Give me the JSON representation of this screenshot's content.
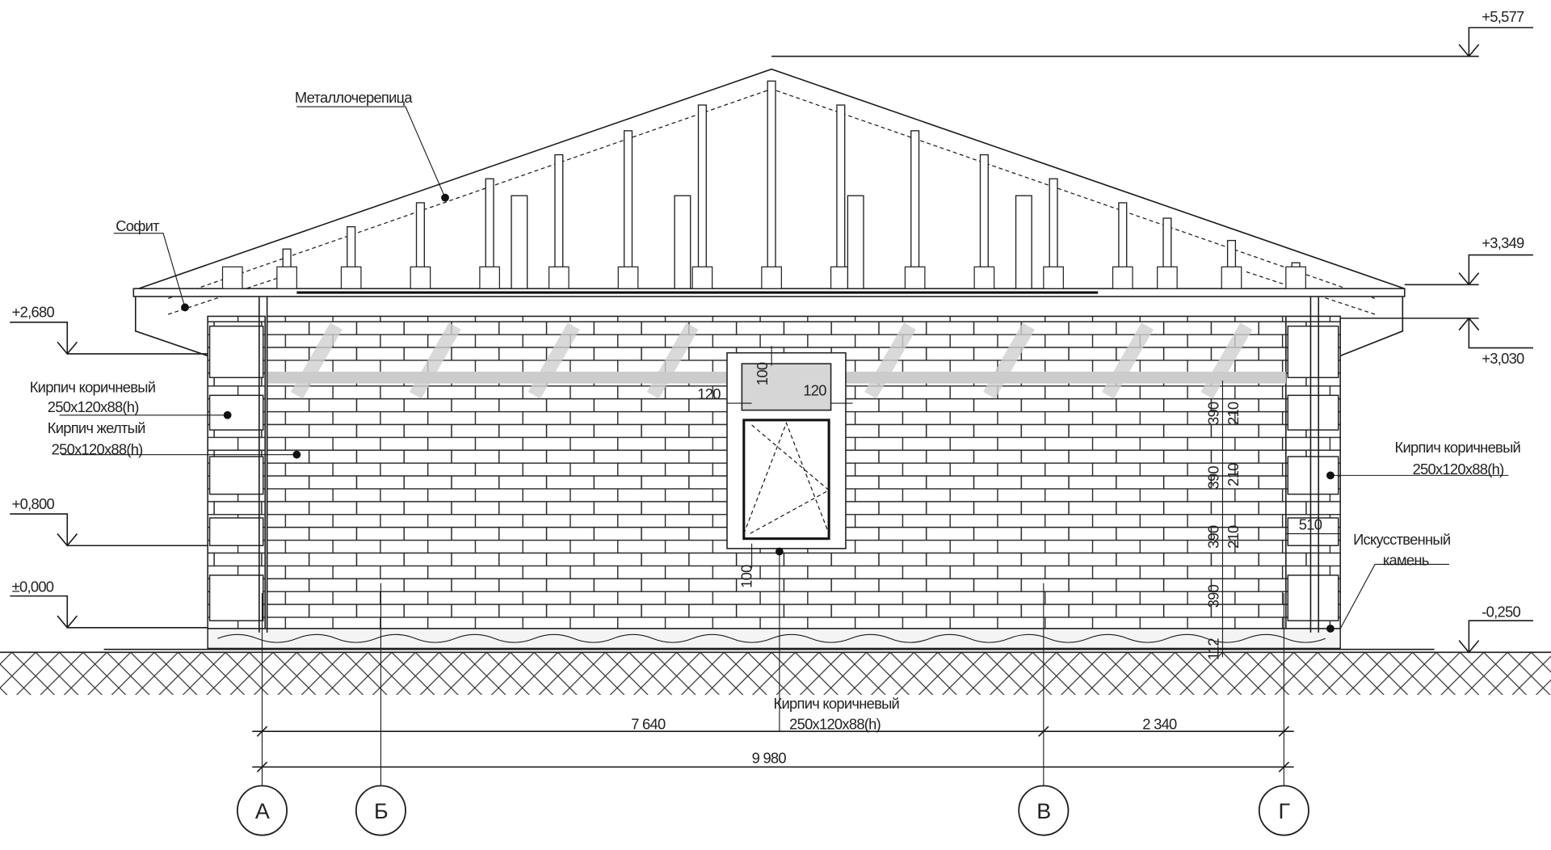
{
  "drawing": {
    "labels": {
      "roofing": "Металлочерепица",
      "soffit": "Софит",
      "brick_brown_left": [
        "Кирпич коричневый",
        "250x120x88(h)"
      ],
      "brick_yellow": [
        "Кирпич желтый",
        "250x120x88(h)"
      ],
      "brick_brown_right": [
        "Кирпич коричневый",
        "250x120x88(h)"
      ],
      "brick_brown_bottom": [
        "Кирпич коричневый",
        "250x120x88(h)"
      ],
      "stone": [
        "Искусственный",
        "камень"
      ]
    },
    "levels": {
      "ridge": "+5,577",
      "eave_top": "+3,349",
      "eave_bottom": "+3,030",
      "wall_top": "+2,680",
      "sill": "+0,800",
      "zero": "±0,000",
      "ground": "-0,250"
    },
    "window_dims": {
      "top": "100",
      "left": "120",
      "right": "120",
      "bottom": "100"
    },
    "pier_dims": {
      "course_a": [
        "390",
        "390",
        "390",
        "390"
      ],
      "course_b": [
        "210",
        "210",
        "210"
      ],
      "plinth": "112",
      "pier_width": "510"
    },
    "dimensions": {
      "a_to_v": "7 640",
      "v_to_g": "2 340",
      "total": "9 980"
    },
    "axes": [
      "А",
      "Б",
      "В",
      "Г"
    ]
  }
}
